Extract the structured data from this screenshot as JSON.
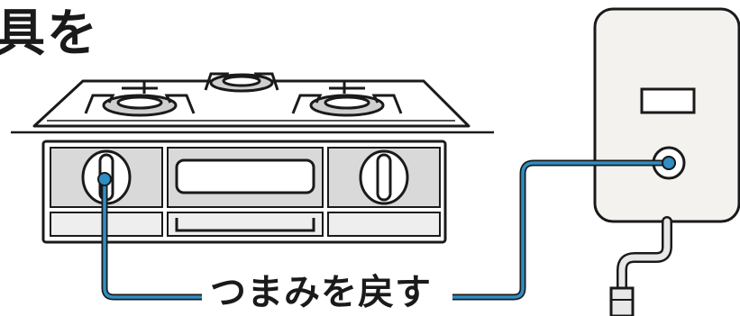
{
  "heading": "具を",
  "caption": "つまみを戻す",
  "colors": {
    "line": "#2f8ec4",
    "outline": "#1a1a1a",
    "panel": "#d9d9d9",
    "panel_light": "#eeeeee",
    "heater_body": "#f3f2ef"
  },
  "icons": [
    "stove",
    "knob",
    "water-heater"
  ]
}
